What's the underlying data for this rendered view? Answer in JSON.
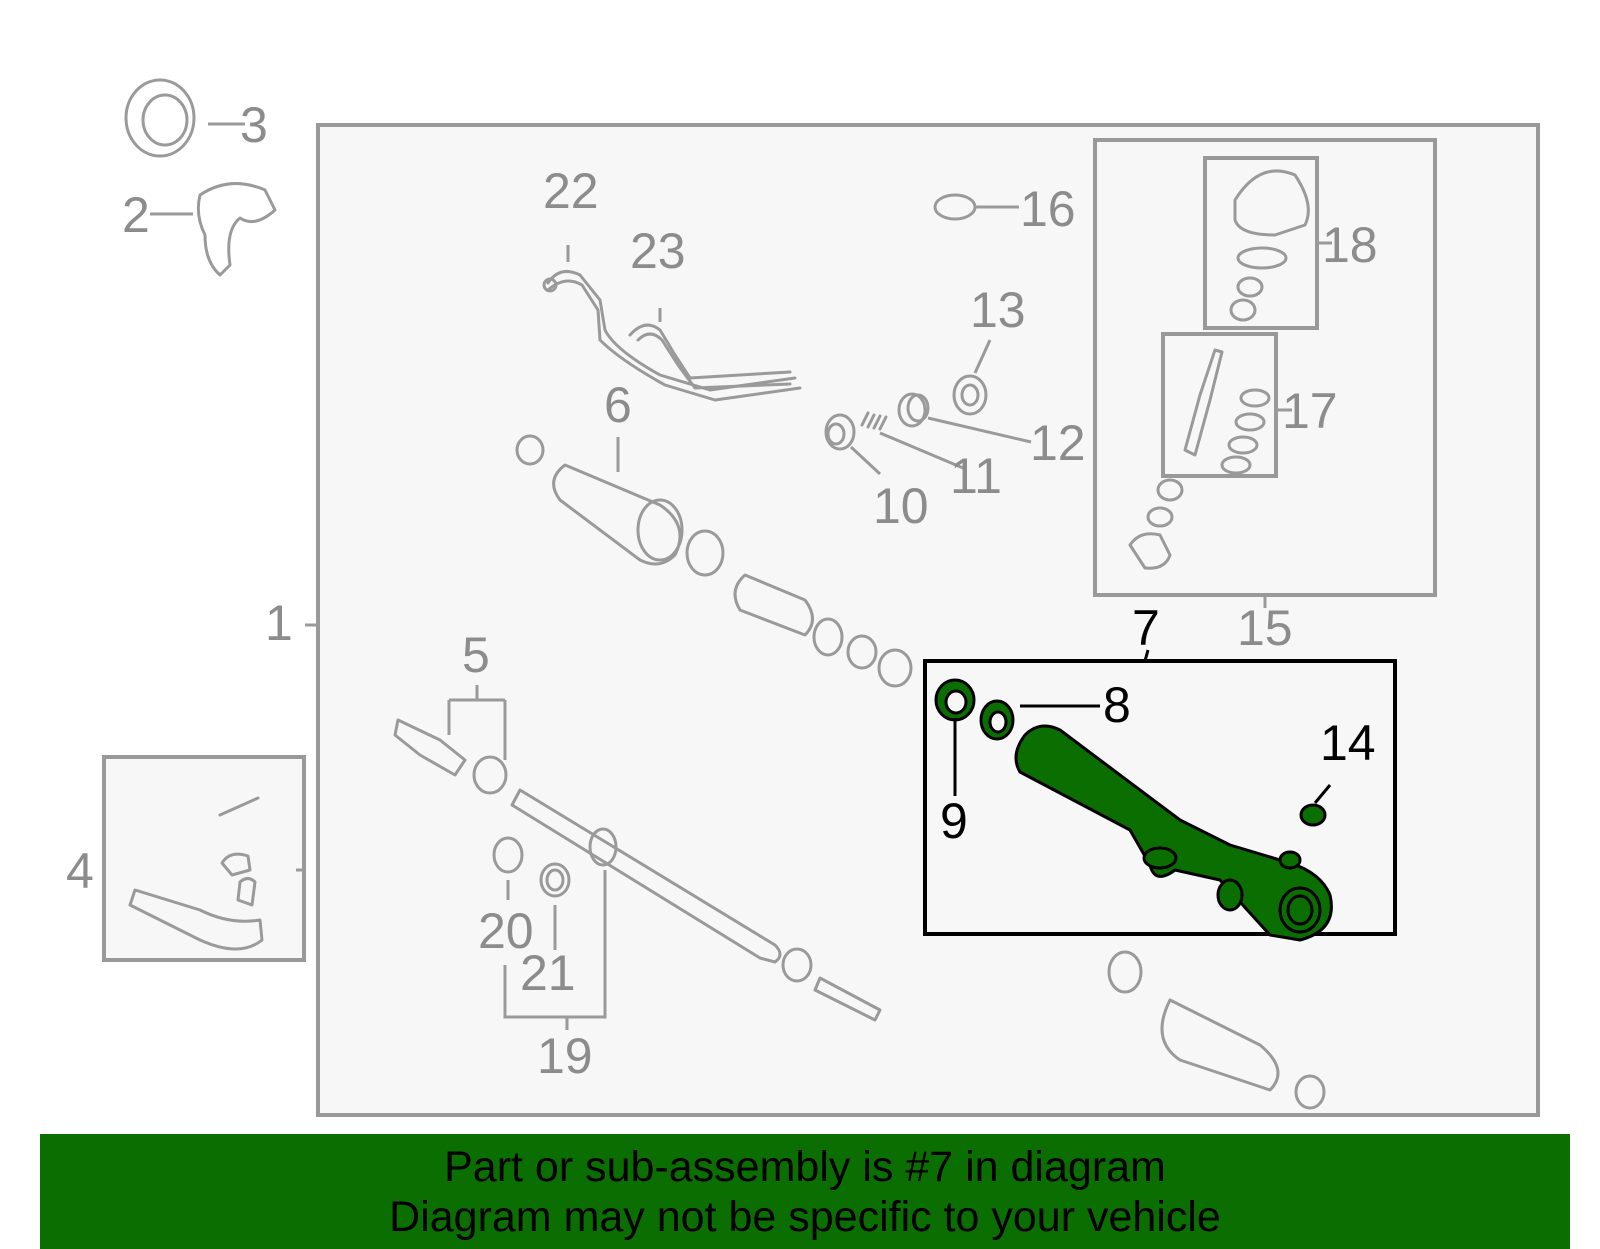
{
  "callouts": {
    "c1": "1",
    "c2": "2",
    "c3": "3",
    "c4": "4",
    "c5": "5",
    "c6": "6",
    "c7": "7",
    "c8": "8",
    "c9": "9",
    "c10": "10",
    "c11": "11",
    "c12": "12",
    "c13": "13",
    "c14": "14",
    "c15": "15",
    "c16": "16",
    "c17": "17",
    "c18": "18",
    "c19": "19",
    "c20": "20",
    "c21": "21",
    "c22": "22",
    "c23": "23"
  },
  "highlight_part": "7",
  "banner": {
    "line1": "Part or sub-assembly is #7 in diagram",
    "line2": "Diagram may not be specific to your vehicle"
  },
  "colors": {
    "highlight": "#0b6e00",
    "outline": "#8c8c8c",
    "panel": "#f7f7f7"
  }
}
